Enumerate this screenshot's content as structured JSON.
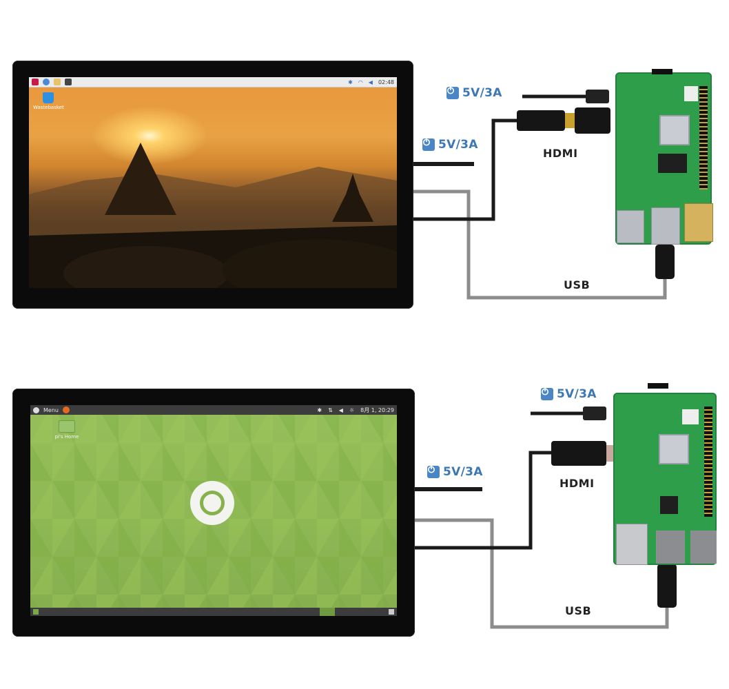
{
  "top": {
    "monitor": {
      "taskbar_time": "02:48",
      "desktop_icon": "Wastebasket"
    },
    "labels": {
      "pi_power": "5V/3A",
      "screen_power": "5V/3A",
      "hdmi": "HDMI",
      "usb": "USB"
    }
  },
  "bottom": {
    "monitor": {
      "menu_label": "Menu",
      "clock": "8月 1, 20:29",
      "desktop_icon": "pi's Home"
    },
    "labels": {
      "pi_power": "5V/3A",
      "screen_power": "5V/3A",
      "hdmi": "HDMI",
      "usb": "USB"
    }
  },
  "colors": {
    "accent": "#3e78b4",
    "cable_black": "#1a1a1a",
    "cable_gray": "#8c8c8c",
    "board_green": "#2e9e4a"
  },
  "icons": {
    "power": "power-icon",
    "raspberry": "raspberry-icon",
    "ubuntu": "ubuntu-logo-icon"
  }
}
